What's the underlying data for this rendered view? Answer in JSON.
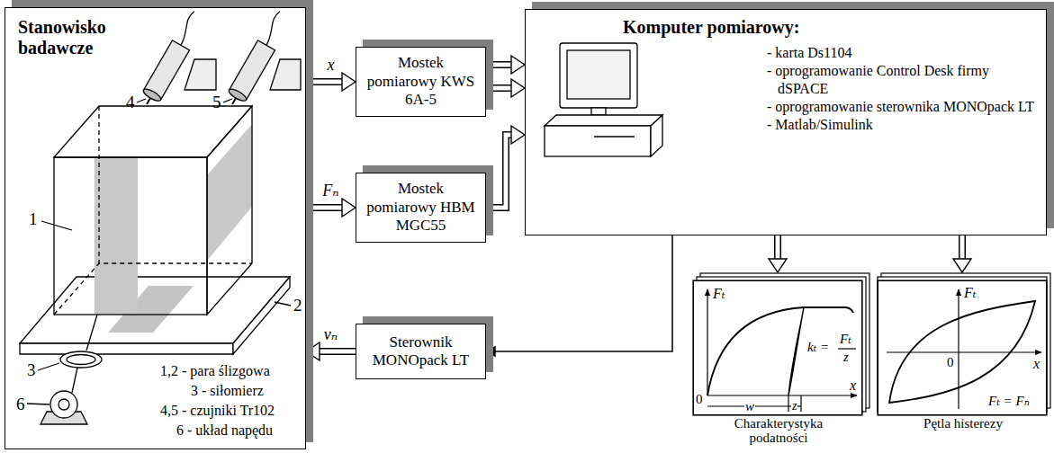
{
  "diagram": {
    "nodes": [
      {
        "text": [
          "Stanowisko badawcze"
        ]
      },
      {
        "text": [
          "Mostek pomiarowy KWS 6A-5"
        ]
      },
      {
        "text": [
          "Mostek pomiarowy HBM MGC55"
        ]
      },
      {
        "text": [
          "Sterownik MONOpack LT"
        ]
      },
      {
        "text": [
          "Komputer pomiarowy:",
          "- karta Ds1104",
          "- oprogramowanie Control Desk firmy dSPACE",
          "- oprogramowanie sterownika MONOpack LT",
          "- Matlab/Simulink"
        ]
      },
      {
        "text": [
          "Charakterystyka podatności"
        ]
      },
      {
        "text": [
          "Pętla histerezy"
        ]
      }
    ],
    "edges": [
      {
        "from": 0,
        "to": 1,
        "arrow": "to",
        "label": "x"
      },
      {
        "from": 0,
        "to": 2,
        "arrow": "to",
        "label": "Fₙ"
      },
      {
        "from": 1,
        "to": 4,
        "arrow": "to"
      },
      {
        "from": 1,
        "to": 4,
        "arrow": "to"
      },
      {
        "from": 2,
        "to": 4,
        "arrow": "to"
      },
      {
        "from": 3,
        "to": 0,
        "arrow": "to",
        "label": "vₙ"
      },
      {
        "from": 4,
        "to": 3,
        "arrow": "to"
      },
      {
        "from": 4,
        "to": 5,
        "arrow": "to"
      },
      {
        "from": 4,
        "to": 6,
        "arrow": "to"
      }
    ],
    "labels": [
      "1",
      "2",
      "3",
      "4",
      "5",
      "6",
      "1,2 - para ślizgowa",
      "3 - siłomierz",
      "4,5 - czujniki Tr102",
      "6 - układ napędu",
      "Fₜ",
      "0",
      "w",
      "z",
      "x",
      "kₜ =",
      "Fₜ",
      "z",
      "Fₜ",
      "0",
      "x",
      "Fₜ = Fₙ"
    ]
  }
}
